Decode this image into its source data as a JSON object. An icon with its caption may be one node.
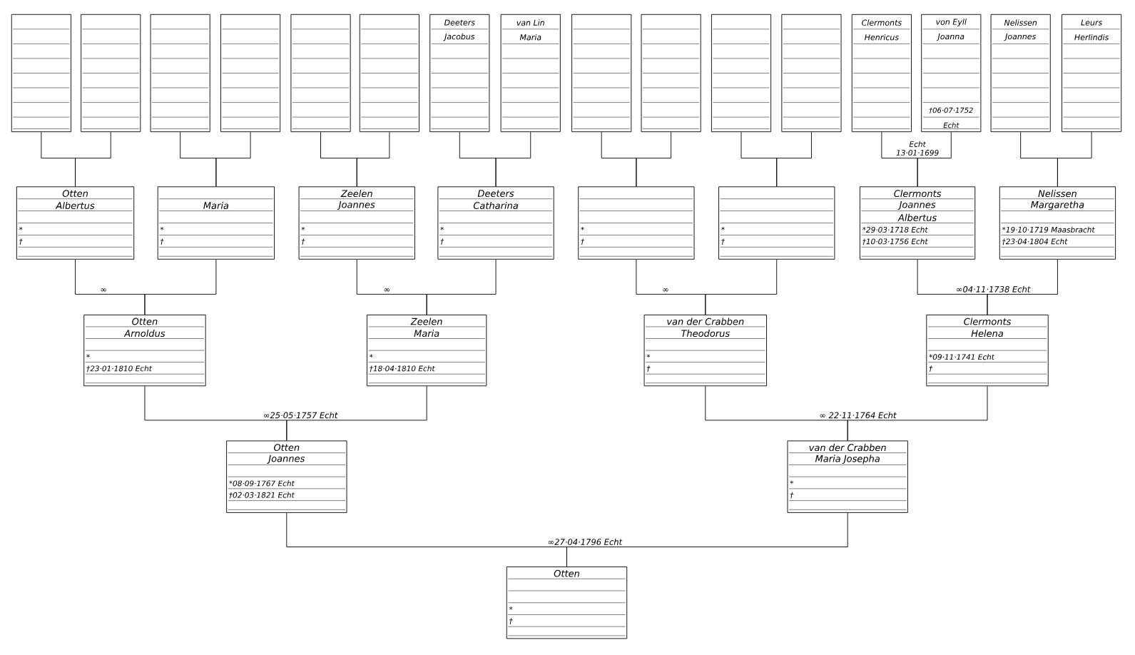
{
  "diagram": {
    "nodes": [
      {
        "text": [],
        "shape": "box"
      },
      {
        "text": [],
        "shape": "box"
      },
      {
        "text": [],
        "shape": "box"
      },
      {
        "text": [],
        "shape": "box"
      },
      {
        "text": [],
        "shape": "box"
      },
      {
        "text": [],
        "shape": "box"
      },
      {
        "text": [
          "Deeters",
          "Jacobus"
        ]
      },
      {
        "text": [
          "van Lin",
          "Maria"
        ]
      },
      {
        "text": [],
        "shape": "box"
      },
      {
        "text": [],
        "shape": "box"
      },
      {
        "text": [],
        "shape": "box"
      },
      {
        "text": [],
        "shape": "box"
      },
      {
        "text": [
          "Clermonts",
          "Henricus"
        ]
      },
      {
        "text": [
          "von Eyll",
          "Joanna",
          "†06·07·1752",
          "Echt"
        ]
      },
      {
        "text": [
          "Nelissen",
          "Joannes"
        ]
      },
      {
        "text": [
          "Leurs",
          "Herlindis"
        ]
      },
      {
        "text": [
          "Otten",
          "Albertus",
          "*",
          "†"
        ]
      },
      {
        "text": [
          "Maria",
          "*",
          "†"
        ]
      },
      {
        "text": [
          "Zeelen",
          "Joannes",
          "*",
          "†"
        ]
      },
      {
        "text": [
          "Deeters",
          "Catharina",
          "*",
          "†"
        ]
      },
      {
        "text": [
          "*",
          "†"
        ]
      },
      {
        "text": [
          "*",
          "†"
        ]
      },
      {
        "text": [
          "Clermonts",
          "Joannes",
          "Albertus",
          "*29·03·1718 Echt",
          "†10·03·1756 Echt"
        ]
      },
      {
        "text": [
          "Nelissen",
          "Margaretha",
          "*19·10·1719 Maasbracht",
          "†23·04·1804 Echt"
        ]
      },
      {
        "text": [
          "Otten",
          "Arnoldus",
          "*",
          "†23·01·1810 Echt"
        ]
      },
      {
        "text": [
          "Zeelen",
          "Maria",
          "*",
          "†18·04·1810 Echt"
        ]
      },
      {
        "text": [
          "van der Crabben",
          "Theodorus",
          "*",
          "†"
        ]
      },
      {
        "text": [
          "Clermonts",
          "Helena",
          "*09·11·1741 Echt",
          "†"
        ]
      },
      {
        "text": [
          "Otten",
          "Joannes",
          "*08·09·1767 Echt",
          "†02·03·1821 Echt"
        ]
      },
      {
        "text": [
          "van der Crabben",
          "Maria Josepha",
          "*",
          "†"
        ]
      },
      {
        "text": [
          "Otten",
          "*",
          "†"
        ]
      }
    ],
    "edges": [
      {
        "from": 0,
        "to": 16,
        "arrow": "none"
      },
      {
        "from": 1,
        "to": 16,
        "arrow": "none"
      },
      {
        "from": 2,
        "to": 17,
        "arrow": "none"
      },
      {
        "from": 3,
        "to": 17,
        "arrow": "none"
      },
      {
        "from": 4,
        "to": 18,
        "arrow": "none"
      },
      {
        "from": 5,
        "to": 18,
        "arrow": "none"
      },
      {
        "from": 6,
        "to": 19,
        "arrow": "none"
      },
      {
        "from": 7,
        "to": 19,
        "arrow": "none"
      },
      {
        "from": 8,
        "to": 20,
        "arrow": "none"
      },
      {
        "from": 9,
        "to": 20,
        "arrow": "none"
      },
      {
        "from": 10,
        "to": 21,
        "arrow": "none"
      },
      {
        "from": 11,
        "to": 21,
        "arrow": "none"
      },
      {
        "from": 12,
        "to": 22,
        "arrow": "none",
        "label": "Echt 13·01·1699"
      },
      {
        "from": 13,
        "to": 22,
        "arrow": "none"
      },
      {
        "from": 14,
        "to": 23,
        "arrow": "none"
      },
      {
        "from": 15,
        "to": 23,
        "arrow": "none"
      },
      {
        "from": 16,
        "to": 24,
        "arrow": "none",
        "label": "∞"
      },
      {
        "from": 17,
        "to": 24,
        "arrow": "none"
      },
      {
        "from": 18,
        "to": 25,
        "arrow": "none",
        "label": "∞"
      },
      {
        "from": 19,
        "to": 25,
        "arrow": "none"
      },
      {
        "from": 20,
        "to": 26,
        "arrow": "none",
        "label": "∞"
      },
      {
        "from": 21,
        "to": 26,
        "arrow": "none"
      },
      {
        "from": 22,
        "to": 27,
        "arrow": "none",
        "label": "∞04·11·1738 Echt"
      },
      {
        "from": 23,
        "to": 27,
        "arrow": "none"
      },
      {
        "from": 24,
        "to": 28,
        "arrow": "none",
        "label": "∞25·05·1757 Echt"
      },
      {
        "from": 25,
        "to": 28,
        "arrow": "none"
      },
      {
        "from": 26,
        "to": 29,
        "arrow": "none",
        "label": "∞ 22·11·1764 Echt"
      },
      {
        "from": 27,
        "to": 29,
        "arrow": "none"
      },
      {
        "from": 28,
        "to": 30,
        "arrow": "none",
        "label": "∞27·04·1796 Echt"
      },
      {
        "from": 29,
        "to": 30,
        "arrow": "none"
      }
    ]
  }
}
